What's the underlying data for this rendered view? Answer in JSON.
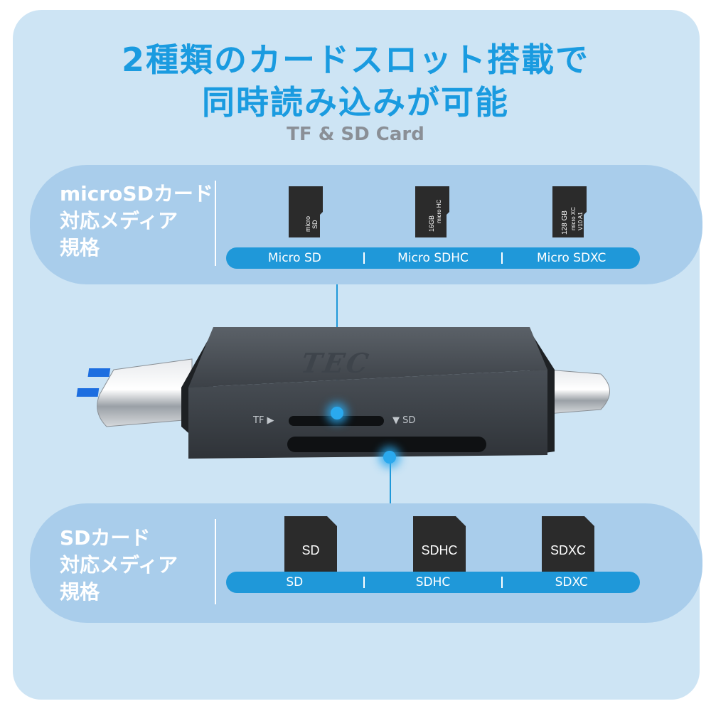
{
  "headline": {
    "line1": "2種類のカードスロット搭載で",
    "line2": "同時読み込みが可能"
  },
  "subtitle": "TF & SD Card",
  "microsd_group": {
    "label": "microSDカード\n対応メディア\n規格",
    "cards": [
      {
        "icon": "microsd-card-icon",
        "print": "micro SD"
      },
      {
        "icon": "microsdhc-card-icon",
        "print": "16GB micro HC I"
      },
      {
        "icon": "microsdxc-card-icon",
        "print": "128 GB micro XC U I V10 A1"
      }
    ],
    "types": [
      "Micro SD",
      "Micro SDHC",
      "Micro SDXC"
    ]
  },
  "sd_group": {
    "label": "SDカード\n対応メディア\n規格",
    "cards": [
      {
        "icon": "sd-card-icon",
        "text": "SD"
      },
      {
        "icon": "sdhc-card-icon",
        "text": "SDHC"
      },
      {
        "icon": "sdxc-card-icon",
        "text": "SDXC"
      }
    ],
    "types": [
      "SD",
      "SDHC",
      "SDXC"
    ]
  },
  "device": {
    "brand": "TEC",
    "slot_tf": "TF ▶",
    "slot_sd": "▼ SD"
  },
  "colors": {
    "accent": "#1a9be0",
    "panel": "#cde4f4",
    "group": "#a9cdeb",
    "bar": "#1f98d9",
    "subtitle": "#8a8f96",
    "device_body": "#4a5057"
  }
}
